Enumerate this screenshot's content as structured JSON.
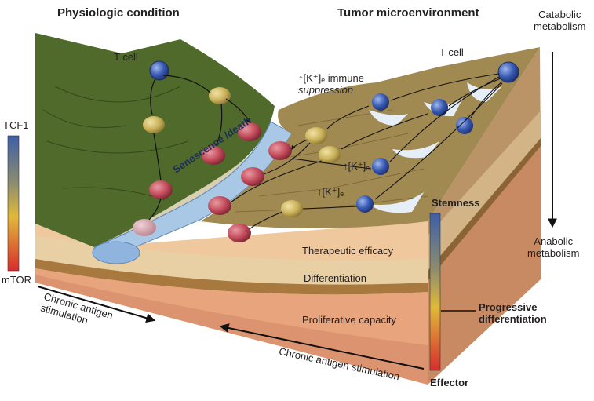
{
  "headings": {
    "physiologic": "Physiologic condition",
    "tumor": "Tumor microenvironment"
  },
  "labels": {
    "t_cell_left": "T cell",
    "t_cell_right": "T cell",
    "immune_suppression_line1": "↑[K⁺]ₑ immune",
    "immune_suppression_line2": "suppression",
    "k_plus_1": "↑[K⁺]ₑ",
    "k_plus_2": "↑[K⁺]ₑ",
    "senescence": "Senescence /death",
    "therapeutic_efficacy": "Therapeutic efficacy",
    "differentiation": "Differentiation",
    "proliferative_capacity": "Proliferative capacity",
    "chronic_front_line1": "Chronic antigen",
    "chronic_front_line2": "stimulation",
    "chronic_bottom": "Chronic antigen stimulation"
  },
  "left_scale": {
    "top": "TCF1",
    "bottom": "mTOR"
  },
  "right_scale": {
    "top": "Stemness",
    "middle_line1": "Progressive",
    "middle_line2": "differentiation",
    "bottom": "Effector"
  },
  "metabolism": {
    "top_line1": "Catabolic",
    "top_line2": "metabolism",
    "bottom_line1": "Anabolic",
    "bottom_line2": "metabolism"
  },
  "colors": {
    "naive_cell": "#3a5bb5",
    "memory_cell": "#c9b15a",
    "effector_cell": "#c24a5a",
    "green_land": "#4f6a2a",
    "tumor_land": "#a08a52",
    "river": "#a9c8e6",
    "scale_top": "#3d5fa6",
    "scale_mid": "#e0b93a",
    "scale_bottom": "#d62d2d"
  }
}
